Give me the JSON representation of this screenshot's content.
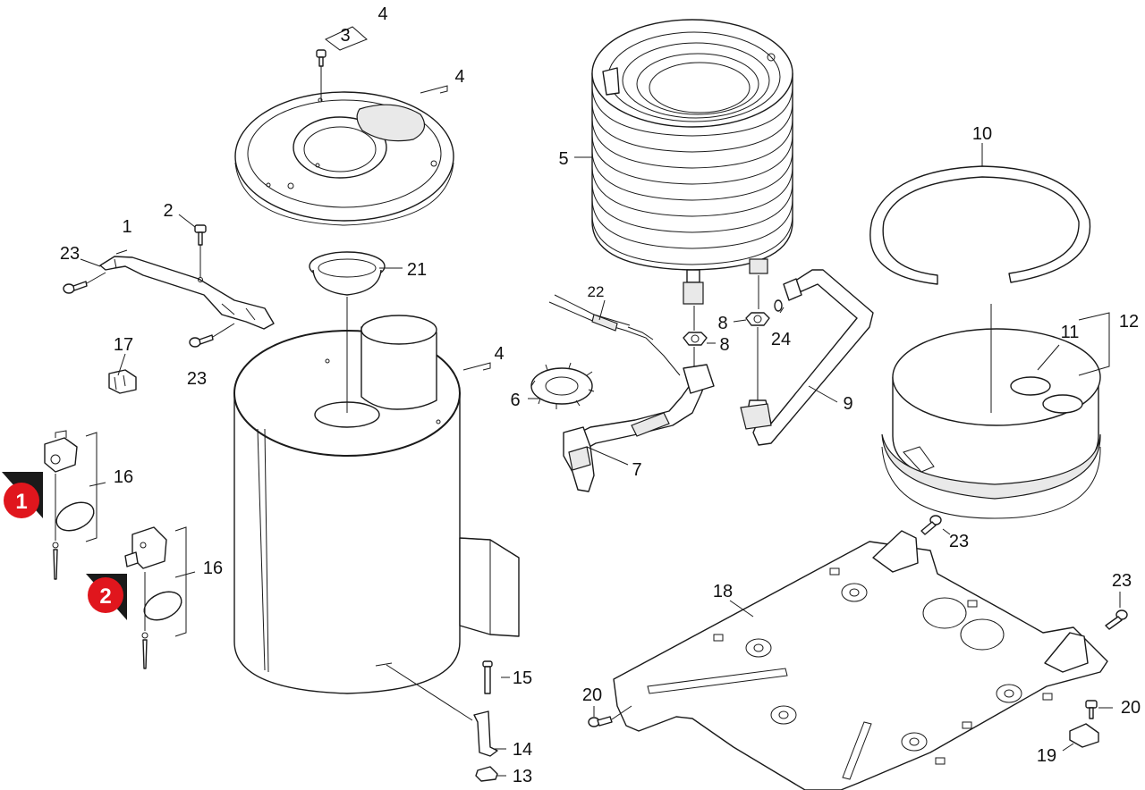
{
  "callouts": {
    "c1": "1",
    "c2": "2",
    "c3": "3",
    "c4a": "4",
    "c4b": "4",
    "c4c": "4",
    "c5": "5",
    "c6": "6",
    "c7": "7",
    "c8a": "8",
    "c8b": "8",
    "c9": "9",
    "c10": "10",
    "c11": "11",
    "c12": "12",
    "c13": "13",
    "c14": "14",
    "c15": "15",
    "c16a": "16",
    "c16b": "16",
    "c17": "17",
    "c18": "18",
    "c19": "19",
    "c20a": "20",
    "c20b": "20",
    "c21": "21",
    "c22": "22",
    "c23a": "23",
    "c23b": "23",
    "c23c": "23",
    "c23d": "23",
    "c24": "24"
  },
  "variant_markers": {
    "m1": "1",
    "m2": "2"
  },
  "colors": {
    "marker_fill": "#e0161d",
    "marker_shadow": "#1a1a1a",
    "line": "#1a1a1a",
    "shading": "#e9e9e9"
  }
}
